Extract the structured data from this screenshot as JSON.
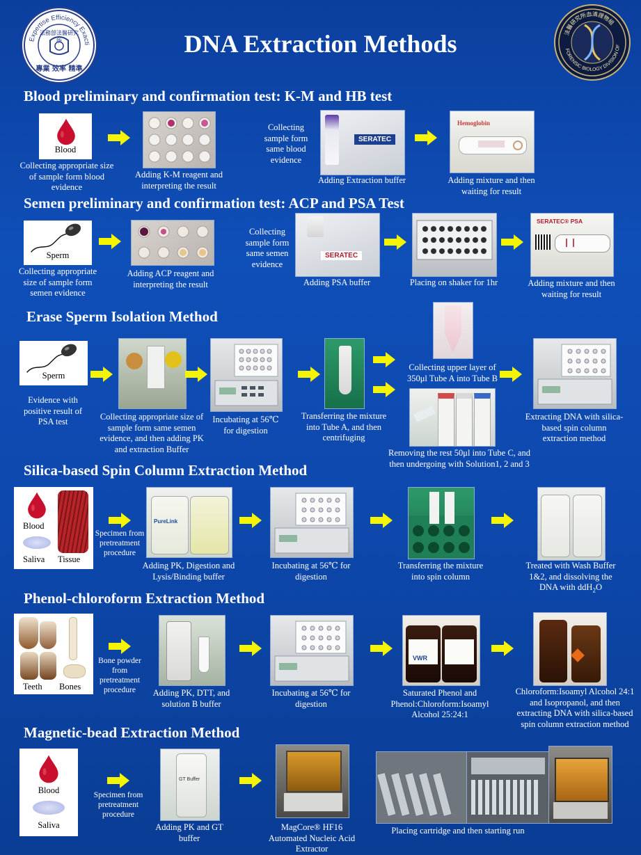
{
  "title": "DNA Extraction Methods",
  "logos": {
    "left_ring": "Expertise Efficiency Exactitude",
    "left_center": "法務部法醫研究所",
    "left_bottom": "專業 效率 精準",
    "right_ring": "FORENSIC BIOLOGY DIVISION OF IFM",
    "right_top": "法醫研究所血清證物組"
  },
  "s1": {
    "heading": "Blood preliminary and confirmation test: K-M and HB test",
    "icon_label": "Blood",
    "cap1": "Collecting appropriate size of sample form blood evidence",
    "cap2": "Adding K-M reagent and interpreting the result",
    "cap3": "Collecting sample form same blood evidence",
    "cap4": "Adding Extraction buffer",
    "cap5": "Adding mixture and then waiting for result",
    "kit_brand": "SERATEC",
    "kit_text": "Hemoglobin"
  },
  "s2": {
    "heading": "Semen preliminary and confirmation test: ACP and PSA Test",
    "icon_label": "Sperm",
    "cap1": "Collecting appropriate size of sample form semen evidence",
    "cap2": "Adding ACP reagent and interpreting the result",
    "cap3": "Collecting sample form same semen evidence",
    "cap4": "Adding PSA buffer",
    "cap5": "Placing on shaker for 1hr",
    "cap6": "Adding mixture and then waiting for result",
    "kit_brand": "SERATEC",
    "kit_psa": "SERATEC® PSA"
  },
  "s3": {
    "heading": "Erase Sperm Isolation Method",
    "icon_label": "Sperm",
    "cap1": "Evidence with positive result of PSA test",
    "cap2": "Collecting appropriate size of sample form same semen evidence, and then adding PK and extraction Buffer",
    "cap3": "Incubating at 56℃ for digestion",
    "cap4": "Transferring the mixture into Tube A, and then centrifuging",
    "cap5": "Collecting upper layer of 350μl Tube A into Tube B",
    "cap6": "Removing the rest 50μl into Tube C, and then undergoing with Solution1, 2 and 3",
    "cap7": "Extracting DNA with silica-based spin column extraction method"
  },
  "s4": {
    "heading": "Silica-based Spin Column Extraction Method",
    "label_blood": "Blood",
    "label_saliva": "Saliva",
    "label_tissue": "Tissue",
    "cap1": "Specimen from pretreatment procedure",
    "cap2": "Adding PK, Digestion and Lysis/Binding buffer",
    "cap3": "Incubating at 56℃ for digestion",
    "cap4": "Transferring the mixture into spin column",
    "cap5a": "Treated with Wash Buffer 1&2, and dissolving the DNA with ddH",
    "cap5sub": "2",
    "cap5b": "O",
    "bottle_text": "PureLink"
  },
  "s5": {
    "heading": "Phenol-chloroform Extraction Method",
    "label_teeth": "Teeth",
    "label_bones": "Bones",
    "cap1": "Bone powder from pretreatment procedure",
    "cap2": "Adding PK, DTT, and solution B buffer",
    "cap3": "Incubating at 56℃ for digestion",
    "cap4": "Saturated Phenol and Phenol:Chloroform:Isoamyl Alcohol 25:24:1",
    "cap5": "Chloroform:Isoamyl Alcohol 24:1 and Isopropanol, and then extracting DNA with silica-based spin column extraction method",
    "bottle_label": "VWR"
  },
  "s6": {
    "heading": "Magnetic-bead Extraction Method",
    "label_blood": "Blood",
    "label_saliva": "Saliva",
    "cap1": "Specimen from pretreatment procedure",
    "cap2": "Adding PK and GT buffer",
    "cap3": "MagCore® HF16 Automated Nucleic Acid Extractor",
    "cap4": "Placing cartridge and then starting run",
    "bottle_label": "GT Buffer"
  },
  "colors": {
    "arrow": "#f5f500",
    "background": "#0f4fb8",
    "blood": "#c8102e"
  }
}
